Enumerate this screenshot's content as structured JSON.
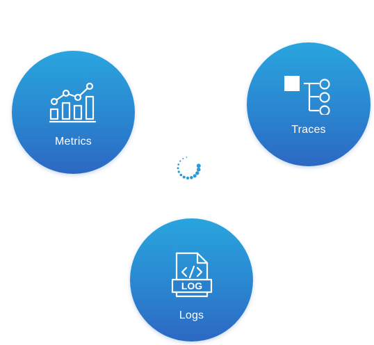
{
  "cards": {
    "metrics": {
      "label": "Metrics",
      "icon": "bar-chart-trend-icon"
    },
    "traces": {
      "label": "Traces",
      "icon": "trace-tree-icon"
    },
    "logs": {
      "label": "Logs",
      "icon": "log-file-icon",
      "badge_text": "LOG"
    }
  },
  "loading": {
    "icon": "loading-spinner-icon"
  },
  "colors": {
    "circle_top": "#29a5de",
    "circle_bottom": "#2c68c3",
    "spinner": "#2a9ad8",
    "text": "#ffffff"
  }
}
